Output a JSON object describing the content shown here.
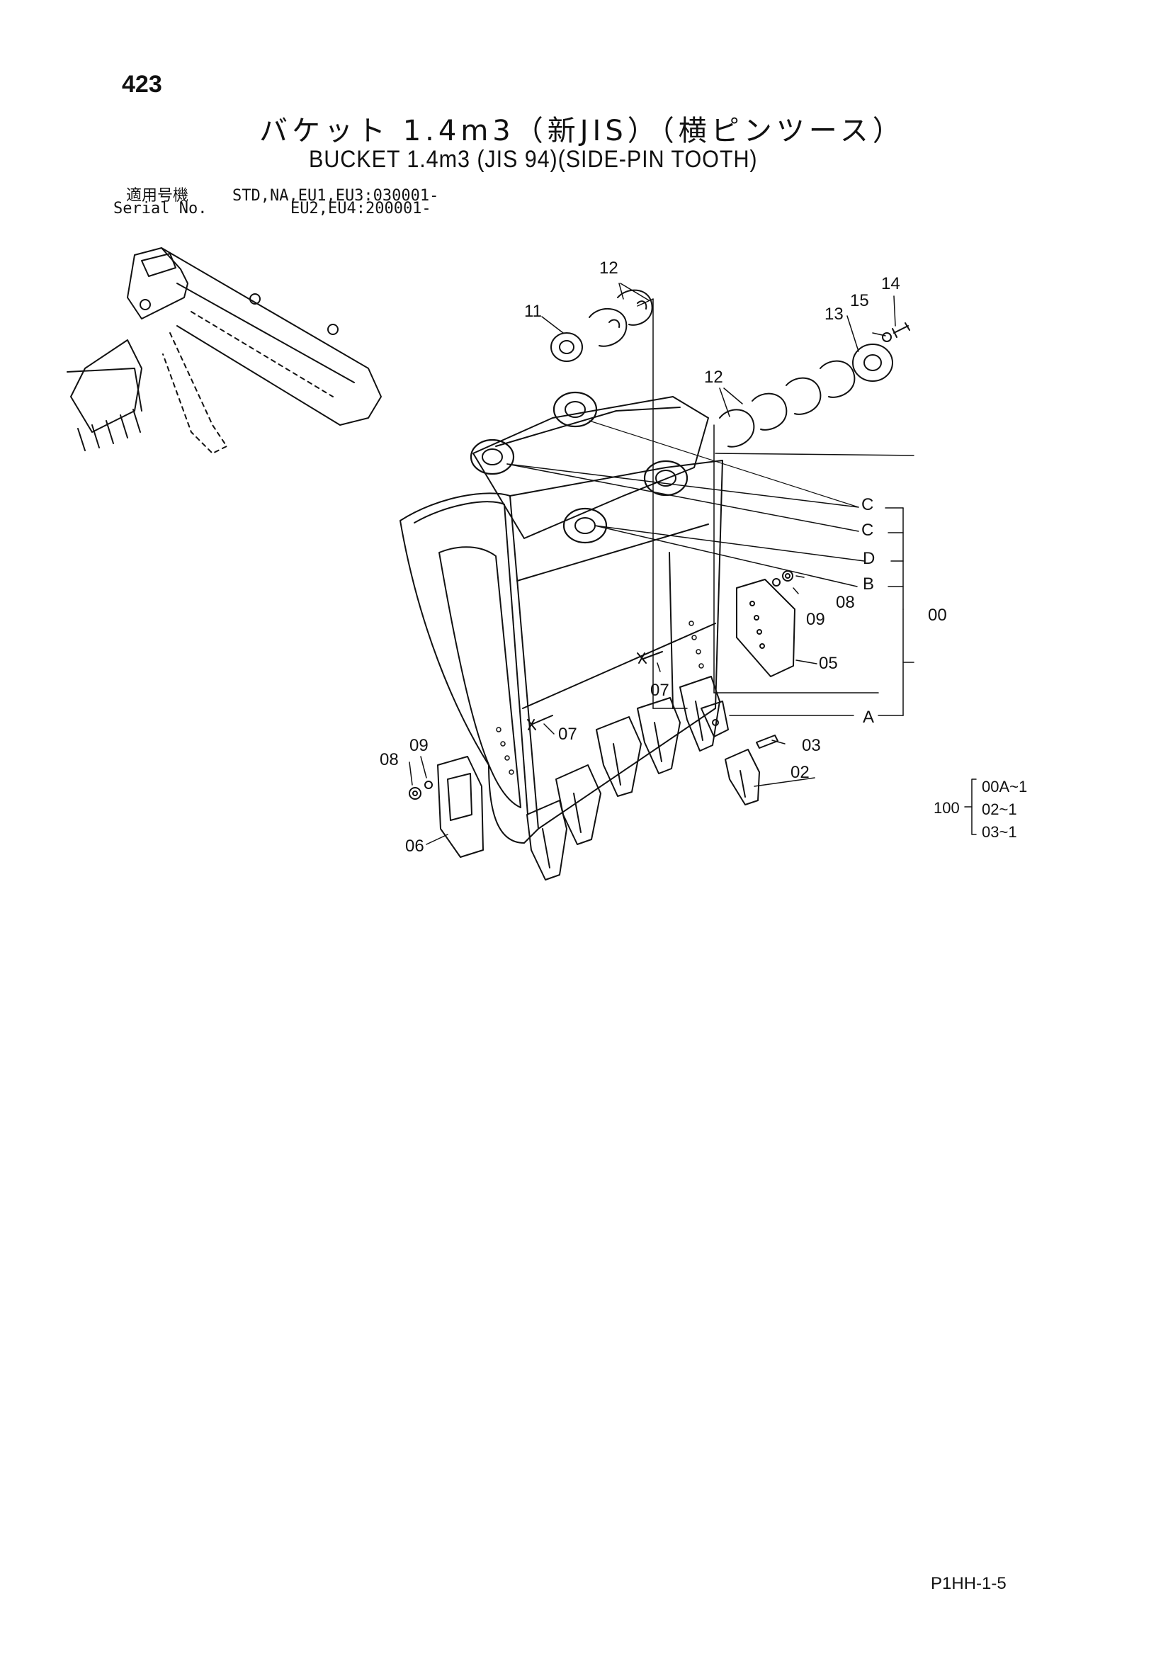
{
  "page": {
    "number": "423",
    "title_jp": "バケット 1.4m3（新JIS）（横ピンツース）",
    "title_en": "BUCKET 1.4m3 (JIS 94)(SIDE-PIN TOOTH)",
    "serial": {
      "label_jp": "適用号機",
      "label_en": "Serial No.",
      "line1": "STD,NA,EU1,EU3:030001-",
      "line2": "EU2,EU4:200001-"
    },
    "footer_code": "P1HH-1-5"
  },
  "callouts": {
    "p00": "00",
    "p02": "02",
    "p03": "03",
    "p05": "05",
    "p06": "06",
    "p07a": "07",
    "p07b": "07",
    "p08a": "08",
    "p08b": "08",
    "p09a": "09",
    "p09b": "09",
    "p11": "11",
    "p12a": "12",
    "p12b": "12",
    "p13": "13",
    "p14": "14",
    "p15": "15",
    "rC1": "C",
    "rC2": "C",
    "rD": "D",
    "rB": "B",
    "rA": "A"
  },
  "kit": {
    "number": "100",
    "items": [
      "00A~1",
      "02~1",
      "03~1"
    ]
  }
}
